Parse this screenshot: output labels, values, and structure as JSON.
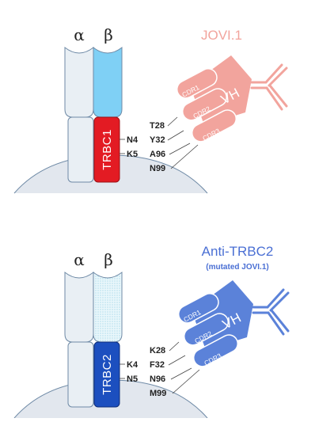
{
  "colors": {
    "alpha_chain": "#e9eff4",
    "chain_stroke": "#6f8aa6",
    "beta_chain_top": "#7fd0f5",
    "trbc1": "#e31b23",
    "trbc2": "#1c4fbf",
    "jovi_antibody": "#f2a49d",
    "anti_trbc2_antibody": "#5b82d9",
    "jovi_title": "#f2a49d",
    "anti_trbc2_title": "#4a6fd4",
    "membrane": "#e2e7ee"
  },
  "panels": [
    {
      "alpha_label": "α",
      "beta_label": "β",
      "constant_domain_label": "TRBC1",
      "tcr_residues": [
        "N4",
        "K5"
      ],
      "antibody_residues": [
        "T28",
        "Y32",
        "A96",
        "N99"
      ],
      "antibody_name": "JOVI.1",
      "antibody_subtitle": "",
      "cdr_labels": [
        "CDR1",
        "CDR2",
        "CDR3"
      ],
      "vh_label": "VH"
    },
    {
      "alpha_label": "α",
      "beta_label": "β",
      "constant_domain_label": "TRBC2",
      "tcr_residues": [
        "K4",
        "N5"
      ],
      "antibody_residues": [
        "K28",
        "F32",
        "N96",
        "M99"
      ],
      "antibody_name": "Anti-TRBC2",
      "antibody_subtitle": "(mutated JOVI.1)",
      "cdr_labels": [
        "CDR1",
        "CDR2",
        "CDR3"
      ],
      "vh_label": "VH"
    }
  ]
}
